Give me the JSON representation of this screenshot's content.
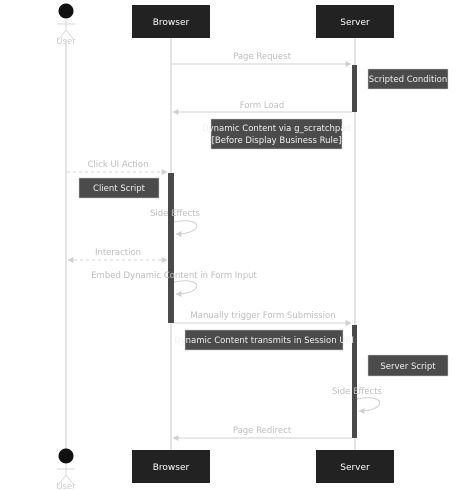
{
  "participants": {
    "user": "User",
    "browser": "Browser",
    "server": "Server"
  },
  "messages": [
    "Page Request",
    "Form Load",
    "Click UI Action",
    "Side Effects",
    "Interaction",
    "Embed Dynamic Content in Form Input",
    "Manually trigger Form Submission",
    "Side Effects",
    "Page Redirect"
  ],
  "notes": {
    "scripted_condition": "Scripted Condition",
    "dynamic_content_line1": "Dynamic Content via g_scratchpad",
    "dynamic_content_line2": "[Before Display Business Rule]",
    "client_script": "Client Script",
    "session_uri": "Dynamic Content transmits in Session URI",
    "server_script": "Server Script"
  },
  "colors": {
    "actor_fill": "#222222",
    "activation_fill": "#4a4a4a",
    "note_fill": "#4b4b4b",
    "message_line": "#d0d0d0"
  }
}
